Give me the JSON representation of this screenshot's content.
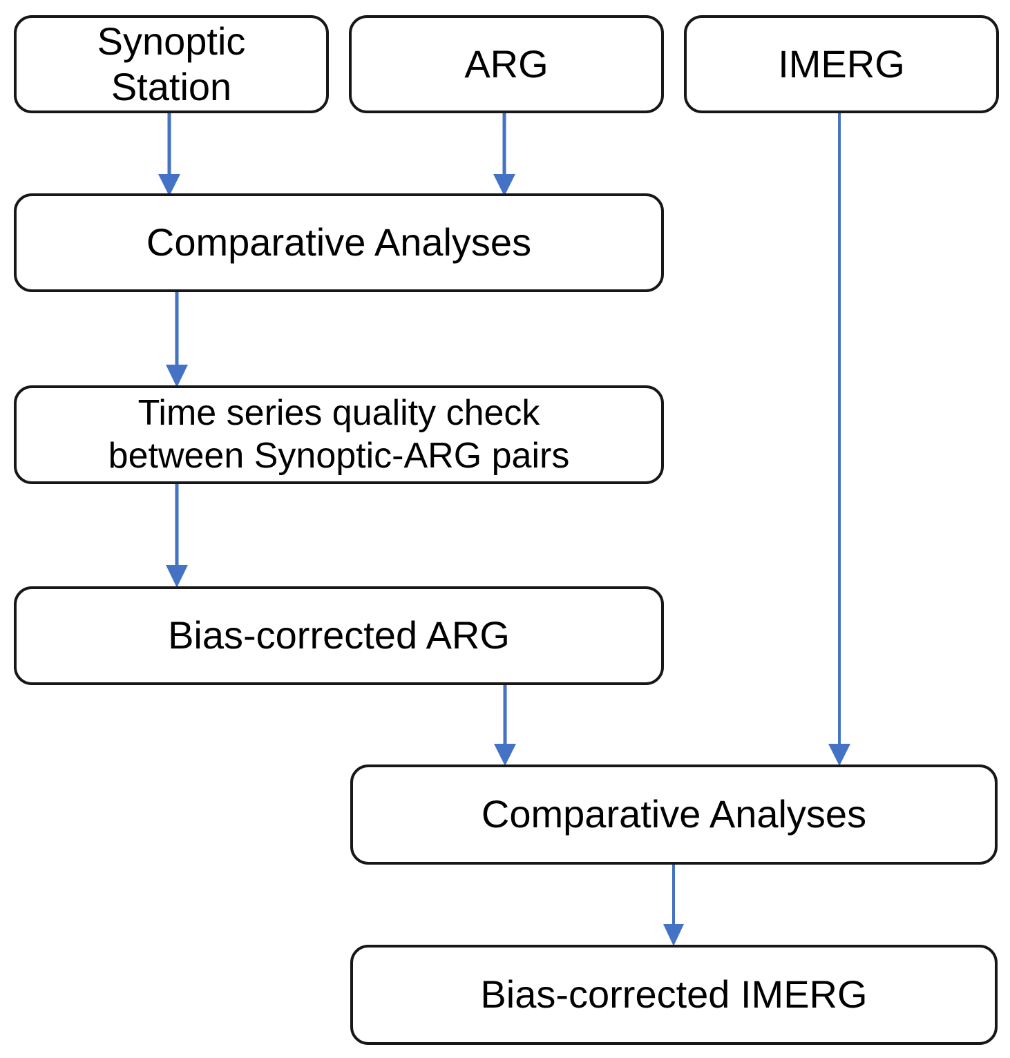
{
  "diagram": {
    "title": "Bias-correction workflow flowchart",
    "accent_color": "#4472C4",
    "node_border_color": "#171717",
    "background_color": "#FFFFFF",
    "nodes": [
      {
        "id": "synoptic",
        "label": "Synoptic\nStation"
      },
      {
        "id": "arg",
        "label": "ARG"
      },
      {
        "id": "imerg",
        "label": "IMERG"
      },
      {
        "id": "comparative_1",
        "label": "Comparative Analyses"
      },
      {
        "id": "quality_check",
        "label": "Time series quality check\nbetween Synoptic-ARG pairs"
      },
      {
        "id": "bias_arg",
        "label": "Bias-corrected ARG"
      },
      {
        "id": "comparative_2",
        "label": "Comparative Analyses"
      },
      {
        "id": "bias_imerg",
        "label": "Bias-corrected IMERG"
      }
    ],
    "edges": [
      {
        "id": "e1",
        "from": "synoptic",
        "to": "comparative_1",
        "name": "arrow-synoptic-to-comparative-1"
      },
      {
        "id": "e2",
        "from": "arg",
        "to": "comparative_1",
        "name": "arrow-arg-to-comparative-1"
      },
      {
        "id": "e3",
        "from": "comparative_1",
        "to": "quality_check",
        "name": "arrow-comparative-1-to-quality-check"
      },
      {
        "id": "e4",
        "from": "quality_check",
        "to": "bias_arg",
        "name": "arrow-quality-check-to-bias-arg"
      },
      {
        "id": "e5",
        "from": "bias_arg",
        "to": "comparative_2",
        "name": "arrow-bias-arg-to-comparative-2"
      },
      {
        "id": "e6",
        "from": "imerg",
        "to": "comparative_2",
        "name": "arrow-imerg-to-comparative-2"
      },
      {
        "id": "e7",
        "from": "comparative_2",
        "to": "bias_imerg",
        "name": "arrow-comparative-2-to-bias-imerg"
      }
    ]
  }
}
